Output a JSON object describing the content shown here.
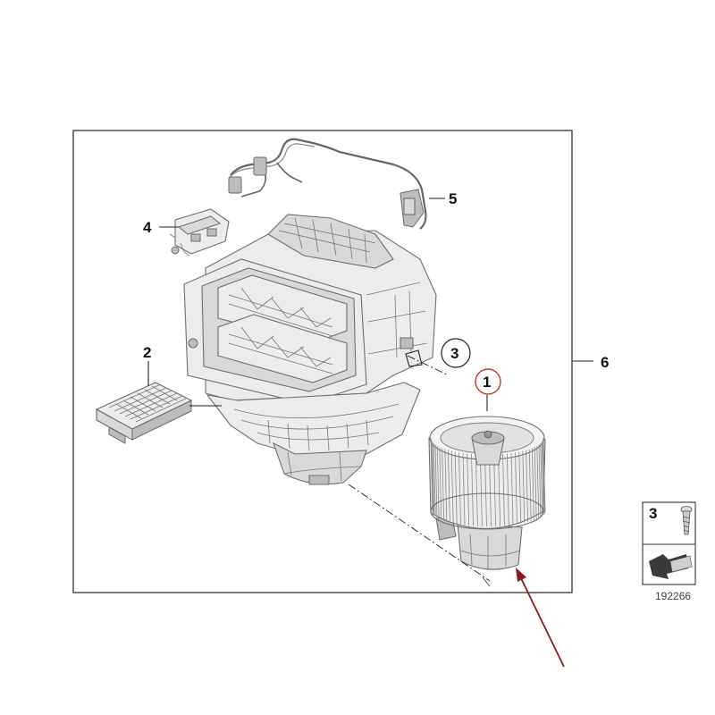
{
  "callouts": {
    "c1": "1",
    "c2": "2",
    "c3": "3",
    "c4": "4",
    "c5": "5",
    "c6": "6"
  },
  "inset": {
    "label": "3",
    "reference_number": "192266"
  },
  "colors": {
    "frame": "#333333",
    "highlight_circle": "#c0392b",
    "pointer_arrow": "#8b1a1a",
    "part_shading": "#d9d9d9"
  },
  "icons": [
    "screw-icon",
    "arrow-symbol-icon"
  ]
}
